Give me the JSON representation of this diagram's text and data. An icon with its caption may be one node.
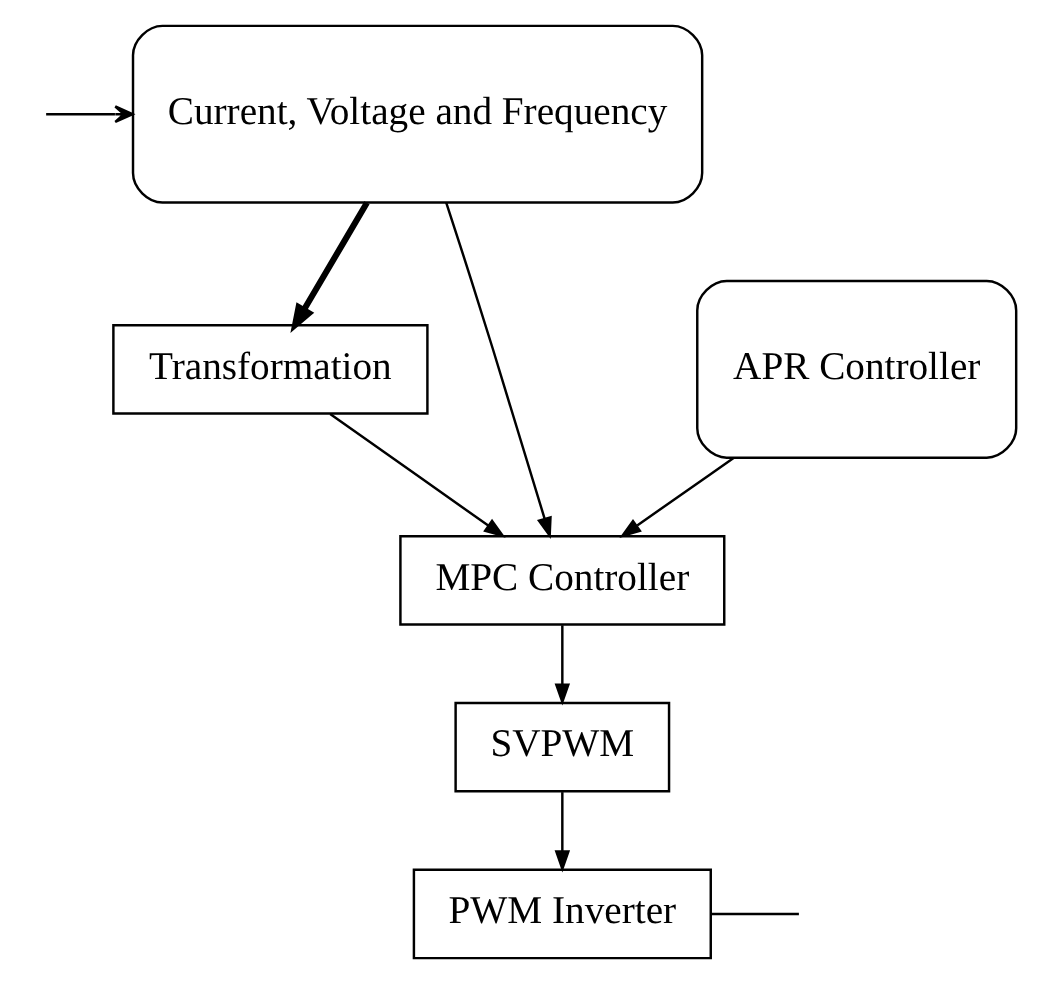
{
  "diagram": {
    "nodes": [
      {
        "text": [
          "Current, Voltage and Frequency"
        ]
      },
      {
        "text": [
          "Transformation"
        ]
      },
      {
        "text": [
          "APR Controller"
        ]
      },
      {
        "text": [
          "MPC Controller"
        ]
      },
      {
        "text": [
          "SVPWM"
        ]
      },
      {
        "text": [
          "PWM Inverter"
        ]
      }
    ],
    "edges": [
      {
        "from": null,
        "to": 0,
        "arrow": "to"
      },
      {
        "from": 0,
        "to": 1,
        "arrow": "to",
        "style": "thick"
      },
      {
        "from": 0,
        "to": 3,
        "arrow": "to"
      },
      {
        "from": 2,
        "to": 3,
        "arrow": "to"
      },
      {
        "from": 1,
        "to": 3,
        "arrow": "to"
      },
      {
        "from": 3,
        "to": 4,
        "arrow": "to"
      },
      {
        "from": 4,
        "to": 5,
        "arrow": "to"
      },
      {
        "from": 5,
        "to": null,
        "arrow": "none"
      }
    ]
  }
}
